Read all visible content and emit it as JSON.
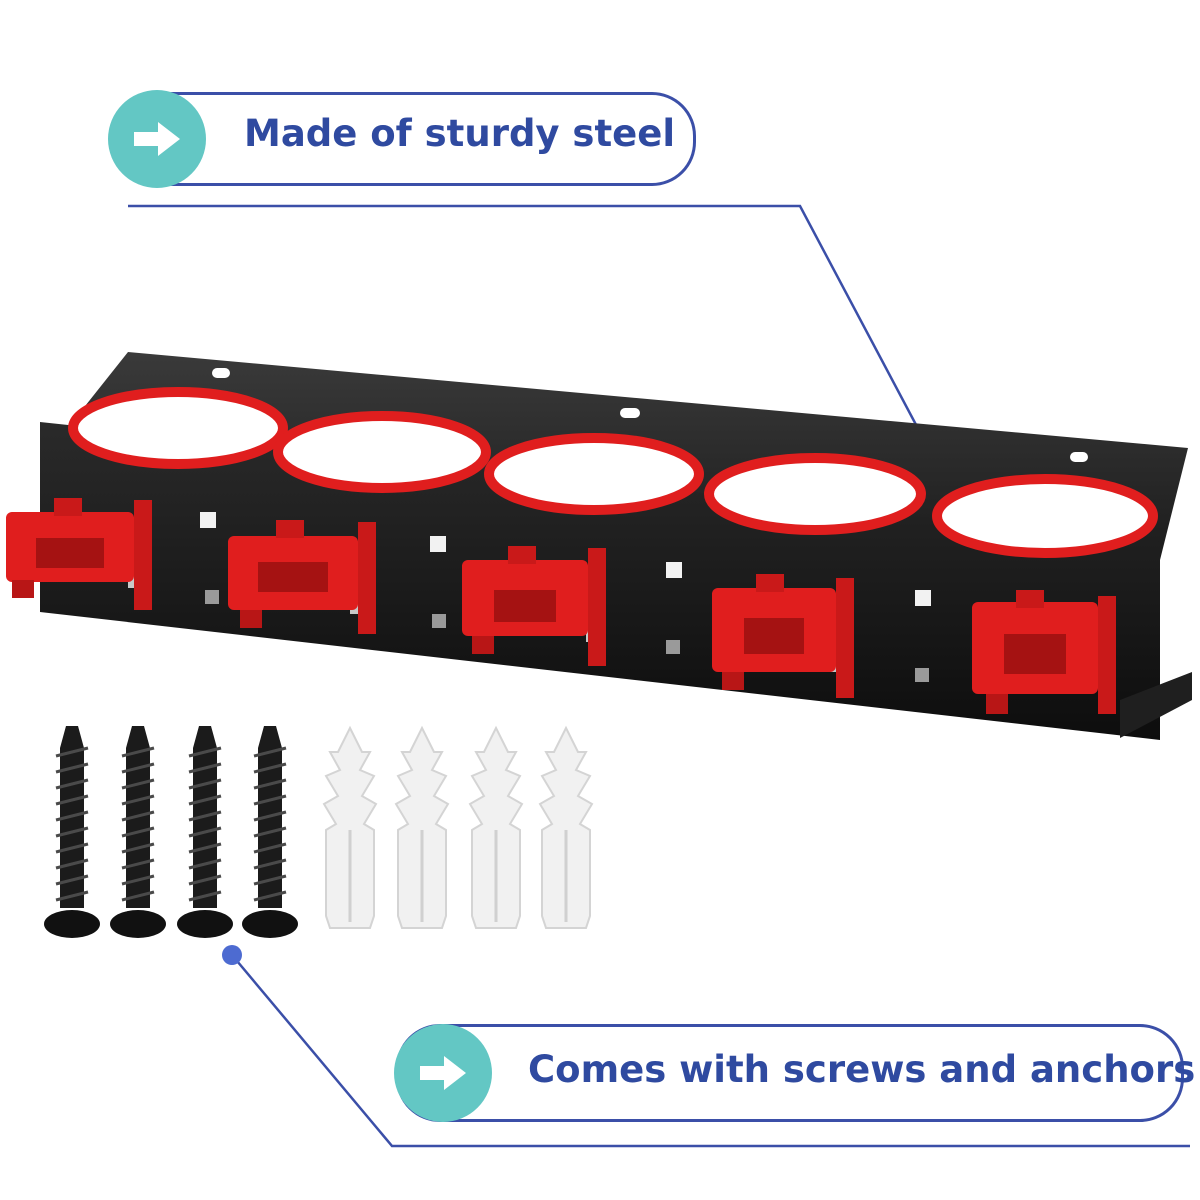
{
  "callouts": {
    "top": {
      "text": "Made of sturdy steel",
      "icon": "arrow-right-icon"
    },
    "bottom": {
      "text": "Comes with screws and anchors",
      "icon": "arrow-right-icon"
    }
  },
  "colors": {
    "accent_blue": "#3b4fa8",
    "text_blue": "#2f4aa0",
    "badge_teal": "#63c7c4",
    "rack_black": "#1a1a1a",
    "holder_red": "#e01e1e",
    "anchor_white": "#f1f1f1"
  },
  "product": {
    "ring_count": 5,
    "clip_count": 5,
    "screw_count": 4,
    "anchor_count": 4
  }
}
